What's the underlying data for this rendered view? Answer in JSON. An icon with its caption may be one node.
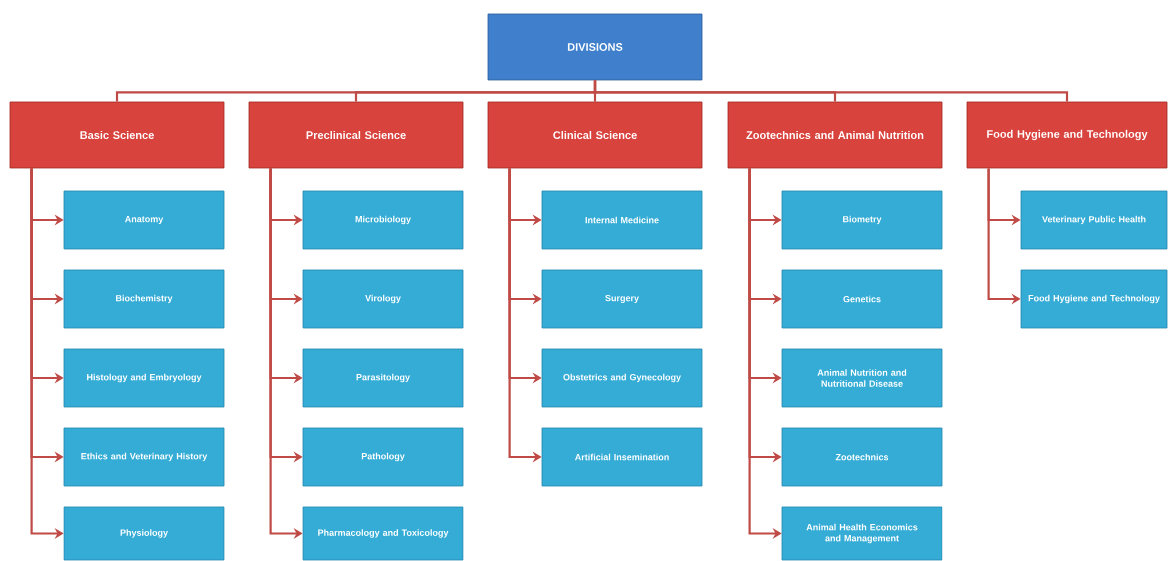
{
  "diagram": {
    "nodes": [
      {
        "text": [
          "DIVISIONS"
        ]
      },
      {
        "text": [
          "Basic Science"
        ]
      },
      {
        "text": [
          "Anatomy"
        ]
      },
      {
        "text": [
          "Biochemistry"
        ]
      },
      {
        "text": [
          "Histology and Embryology"
        ]
      },
      {
        "text": [
          "Ethics and Veterinary History"
        ]
      },
      {
        "text": [
          "Physiology"
        ]
      },
      {
        "text": [
          "Preclinical Science"
        ]
      },
      {
        "text": [
          "Microbiology"
        ]
      },
      {
        "text": [
          "Virology"
        ]
      },
      {
        "text": [
          "Parasitology"
        ]
      },
      {
        "text": [
          "Pathology"
        ]
      },
      {
        "text": [
          "Pharmacology and Toxicology"
        ]
      },
      {
        "text": [
          "Clinical Science"
        ]
      },
      {
        "text": [
          "Internal Medicine"
        ]
      },
      {
        "text": [
          "Surgery"
        ]
      },
      {
        "text": [
          "Obstetrics and Gynecology"
        ]
      },
      {
        "text": [
          "Artificial Insemination"
        ]
      },
      {
        "text": [
          "Zootechnics and Animal Nutrition"
        ]
      },
      {
        "text": [
          "Biometry"
        ]
      },
      {
        "text": [
          "Genetics"
        ]
      },
      {
        "text": [
          "Animal Nutrition and Nutritional Disease"
        ]
      },
      {
        "text": [
          "Zootechnics"
        ]
      },
      {
        "text": [
          "Animal Health Economics and Management"
        ]
      },
      {
        "text": [
          "Food Hygiene and Technology"
        ]
      },
      {
        "text": [
          "Veterinary Public Health"
        ]
      },
      {
        "text": [
          "Food Hygiene and Technology"
        ]
      }
    ],
    "edges": [
      {
        "from": 0,
        "to": 1,
        "arrow": "none"
      },
      {
        "from": 0,
        "to": 7,
        "arrow": "none"
      },
      {
        "from": 0,
        "to": 13,
        "arrow": "none"
      },
      {
        "from": 0,
        "to": 18,
        "arrow": "none"
      },
      {
        "from": 0,
        "to": 24,
        "arrow": "none"
      },
      {
        "from": 1,
        "to": 2,
        "arrow": "to"
      },
      {
        "from": 1,
        "to": 3,
        "arrow": "to"
      },
      {
        "from": 1,
        "to": 4,
        "arrow": "to"
      },
      {
        "from": 1,
        "to": 5,
        "arrow": "to"
      },
      {
        "from": 1,
        "to": 6,
        "arrow": "to"
      },
      {
        "from": 7,
        "to": 8,
        "arrow": "to"
      },
      {
        "from": 7,
        "to": 9,
        "arrow": "to"
      },
      {
        "from": 7,
        "to": 10,
        "arrow": "to"
      },
      {
        "from": 7,
        "to": 11,
        "arrow": "to"
      },
      {
        "from": 7,
        "to": 12,
        "arrow": "to"
      },
      {
        "from": 13,
        "to": 14,
        "arrow": "to"
      },
      {
        "from": 13,
        "to": 15,
        "arrow": "to"
      },
      {
        "from": 13,
        "to": 16,
        "arrow": "to"
      },
      {
        "from": 13,
        "to": 17,
        "arrow": "to"
      },
      {
        "from": 18,
        "to": 19,
        "arrow": "to"
      },
      {
        "from": 18,
        "to": 20,
        "arrow": "to"
      },
      {
        "from": 18,
        "to": 21,
        "arrow": "to"
      },
      {
        "from": 18,
        "to": 22,
        "arrow": "to"
      },
      {
        "from": 18,
        "to": 23,
        "arrow": "to"
      },
      {
        "from": 24,
        "to": 25,
        "arrow": "to"
      },
      {
        "from": 24,
        "to": 26,
        "arrow": "to"
      }
    ]
  }
}
